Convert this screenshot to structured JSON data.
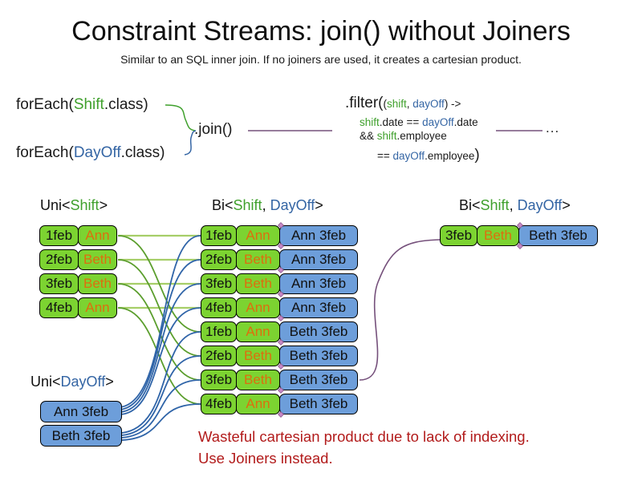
{
  "title": "Constraint Streams: join() without Joiners",
  "subtitle": "Similar to an SQL inner join. If no joiners are used, it creates a cartesian product.",
  "code": {
    "foreach_shift": [
      {
        "t": "forEach("
      },
      {
        "t": "Shift",
        "c": "g"
      },
      {
        "t": ".class)"
      }
    ],
    "foreach_dayoff": [
      {
        "t": "forEach("
      },
      {
        "t": "DayOff",
        "c": "b"
      },
      {
        "t": ".class)"
      }
    ],
    "join_label": ".join()",
    "filter_line1": [
      {
        "t": ".filter(",
        "c": "big"
      },
      {
        "t": "("
      },
      {
        "t": "shift",
        "c": "g"
      },
      {
        "t": ", "
      },
      {
        "t": "dayOff",
        "c": "b"
      },
      {
        "t": ") ->"
      }
    ],
    "filter_line2": [
      {
        "t": "shift",
        "c": "g"
      },
      {
        "t": ".date == "
      },
      {
        "t": "dayOff",
        "c": "b"
      },
      {
        "t": ".date"
      }
    ],
    "filter_line3": [
      {
        "t": "&& "
      },
      {
        "t": "shift",
        "c": "g"
      },
      {
        "t": ".employee"
      }
    ],
    "filter_line4": [
      {
        "t": "== "
      },
      {
        "t": "dayOff",
        "c": "b"
      },
      {
        "t": ".employee"
      },
      {
        "t": ")",
        "c": "big"
      }
    ],
    "ellipsis": "..."
  },
  "headers": {
    "uni_shift": [
      {
        "t": "Uni<"
      },
      {
        "t": "Shift",
        "c": "g"
      },
      {
        "t": ">"
      }
    ],
    "bi_pair": [
      {
        "t": "Bi<"
      },
      {
        "t": "Shift",
        "c": "g"
      },
      {
        "t": ", "
      },
      {
        "t": "DayOff",
        "c": "b"
      },
      {
        "t": ">"
      }
    ],
    "bi_pair_right": [
      {
        "t": "Bi<"
      },
      {
        "t": "Shift",
        "c": "g"
      },
      {
        "t": ", "
      },
      {
        "t": "DayOff",
        "c": "b"
      },
      {
        "t": ">"
      }
    ],
    "uni_dayoff": [
      {
        "t": "Uni<"
      },
      {
        "t": "DayOff",
        "c": "b"
      },
      {
        "t": ">"
      }
    ]
  },
  "tables": {
    "uni_shift_rows": [
      [
        "1feb",
        "Ann"
      ],
      [
        "2feb",
        "Beth"
      ],
      [
        "3feb",
        "Beth"
      ],
      [
        "4feb",
        "Ann"
      ]
    ],
    "cartesian_rows": [
      [
        "1feb",
        "Ann",
        "Ann 3feb"
      ],
      [
        "2feb",
        "Beth",
        "Ann 3feb"
      ],
      [
        "3feb",
        "Beth",
        "Ann 3feb"
      ],
      [
        "4feb",
        "Ann",
        "Ann 3feb"
      ],
      [
        "1feb",
        "Ann",
        "Beth 3feb"
      ],
      [
        "2feb",
        "Beth",
        "Beth 3feb"
      ],
      [
        "3feb",
        "Beth",
        "Beth 3feb"
      ],
      [
        "4feb",
        "Ann",
        "Beth 3feb"
      ]
    ],
    "result_rows": [
      [
        "3feb",
        "Beth",
        "Beth 3feb"
      ]
    ],
    "dayoff_rows": [
      [
        "Ann 3feb"
      ],
      [
        "Beth 3feb"
      ]
    ]
  },
  "note": {
    "line1": "Wasteful cartesian product due to lack of indexing.",
    "line2": "Use Joiners instead."
  },
  "colors": {
    "cell_green": "#7CD331",
    "cell_blue": "#6D9EDA",
    "text_orange": "#DD6E0E",
    "text_green": "#3FA02C",
    "text_blue": "#3465A4",
    "line_green": "#5B9E2D",
    "line_lightgreen": "#A6CE68",
    "line_blue": "#2F64A8",
    "line_purple": "#75507B",
    "note_red": "#B21B1B",
    "diamond_fill": "#C788C7",
    "diamond_stroke": "#8E5A8E"
  }
}
